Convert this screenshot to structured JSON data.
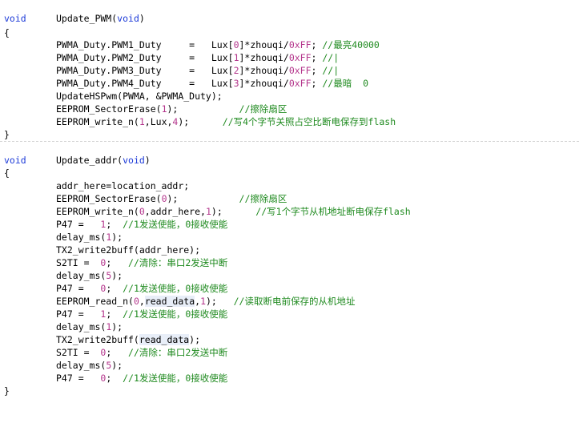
{
  "functions": [
    {
      "return_type": "void",
      "name": "Update_PWM(",
      "param": "void",
      "close_paren": ")",
      "open_brace": "{",
      "close_brace": "}",
      "lines": [
        {
          "code": "PWMA_Duty.PWM1_Duty     =   Lux[",
          "idx": "0",
          "rest": "]*zhouqi/",
          "hex": "0xFF",
          "tail": "; ",
          "comment": "//最亮40000"
        },
        {
          "code": "PWMA_Duty.PWM2_Duty     =   Lux[",
          "idx": "1",
          "rest": "]*zhouqi/",
          "hex": "0xFF",
          "tail": "; ",
          "comment": "//|"
        },
        {
          "code": "PWMA_Duty.PWM3_Duty     =   Lux[",
          "idx": "2",
          "rest": "]*zhouqi/",
          "hex": "0xFF",
          "tail": "; ",
          "comment": "//|"
        },
        {
          "code": "PWMA_Duty.PWM4_Duty     =   Lux[",
          "idx": "3",
          "rest": "]*zhouqi/",
          "hex": "0xFF",
          "tail": "; ",
          "comment": "//最暗  0"
        },
        {
          "code": "UpdateHSPwm(PWMA, &PWMA_Duty);",
          "comment": ""
        },
        {
          "code": "EEPROM_SectorErase(",
          "idx": "1",
          "rest": ");",
          "pad": "           ",
          "comment": "//擦除扇区"
        },
        {
          "code": "EEPROM_write_n(",
          "idx": "1",
          "rest": ",Lux,",
          "idx2": "4",
          "rest2": ");",
          "pad": "      ",
          "comment": "//写4个字节关照占空比断电保存到flash"
        }
      ]
    },
    {
      "return_type": "void",
      "name": "Update_addr(",
      "param": "void",
      "close_paren": ")",
      "open_brace": "{",
      "close_brace": "}"
    }
  ],
  "addr_lines": [
    "addr_here=location_addr;",
    "EEPROM_SectorErase(0);",
    "EEPROM_write_n(0,addr_here,1);",
    "P47 =   1;",
    "delay_ms(1);",
    "TX2_write2buff(addr_here);",
    "S2TI =  0;",
    "delay_ms(5);",
    "P47 =   0;",
    "EEPROM_read_n(0,read_data,1);",
    "P47 =   1;",
    "delay_ms(1);",
    "TX2_write2buff(read_data);",
    "S2TI =  0;",
    "delay_ms(5);",
    "P47 =   0;"
  ],
  "addr_comments": {
    "erase": "//擦除扇区",
    "write": "//写1个字节从机地址断电保存flash",
    "p47_send": "//1发送使能，0接收使能",
    "clear": "//清除：串口2发送中断",
    "read": "//读取断电前保存的从机地址"
  },
  "colors": {
    "keyword": "#1c3ad8",
    "number": "#b4368c",
    "comment": "#1f8a1f",
    "highlight": "#e8eef8"
  }
}
